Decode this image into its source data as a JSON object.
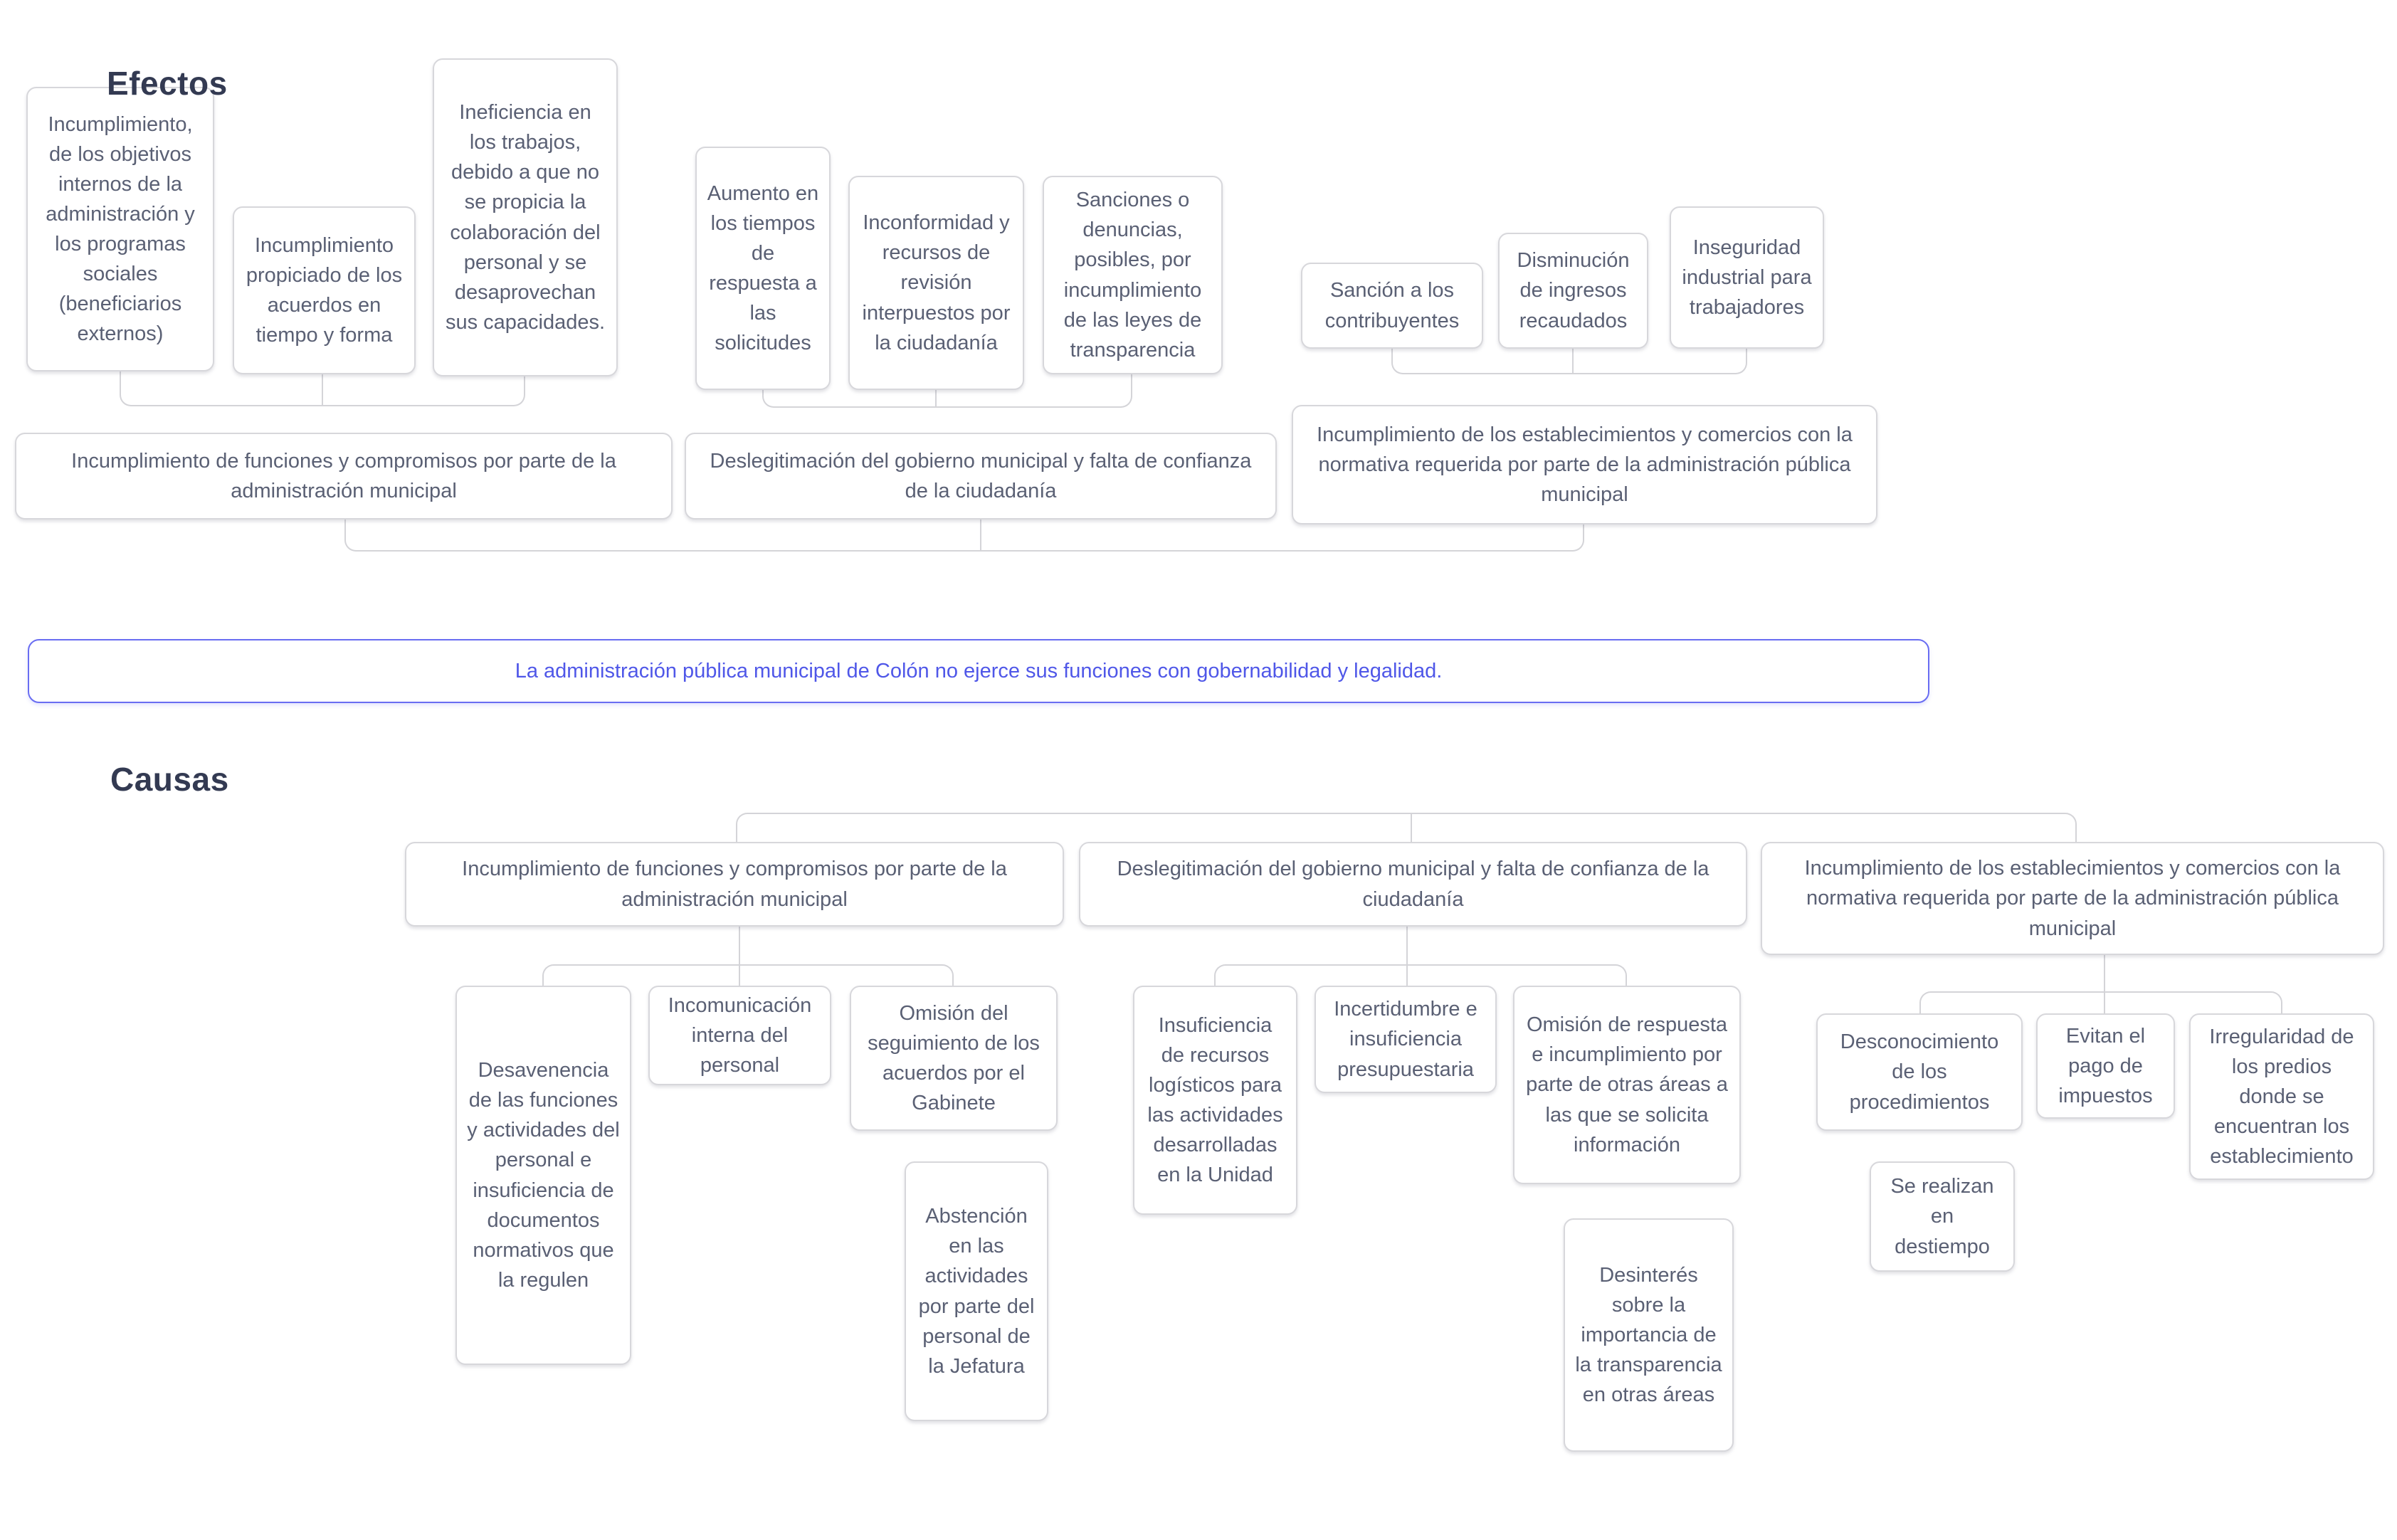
{
  "titles": {
    "effects": "Efectos",
    "causes": "Causas"
  },
  "central_problem": {
    "text": "La administración pública municipal de Colón no ejerce sus funciones con gobernabilidad y legalidad."
  },
  "effects": {
    "secondary": [
      {
        "text": "Incumplimiento, de los objetivos internos de la administración y los programas sociales (beneficiarios externos)"
      },
      {
        "text": "Incumplimiento propiciado de los acuerdos en tiempo y forma"
      },
      {
        "text": "Ineficiencia en los trabajos, debido a que no se propicia la colaboración del personal y se desaprovechan sus capacidades."
      },
      {
        "text": "Aumento en los tiempos de respuesta a las solicitudes"
      },
      {
        "text": "Inconformidad y recursos de revisión interpuestos por la ciudadanía"
      },
      {
        "text": "Sanciones o denuncias, posibles, por incumplimiento de las leyes de transparencia"
      },
      {
        "text": "Sanción a los contribuyentes"
      },
      {
        "text": "Disminución de ingresos recaudados"
      },
      {
        "text": "Inseguridad industrial para trabajadores"
      }
    ],
    "primary": [
      {
        "text": "Incumplimiento de funciones y compromisos por parte de la administración municipal"
      },
      {
        "text": "Deslegitimación del gobierno municipal y falta de confianza de la ciudadanía"
      },
      {
        "text": "Incumplimiento de los establecimientos y comercios con la normativa requerida por parte de la administración pública municipal"
      }
    ]
  },
  "causes": {
    "primary": [
      {
        "text": "Incumplimiento de funciones y compromisos por parte de la administración municipal"
      },
      {
        "text": "Deslegitimación del gobierno municipal y falta de confianza de la ciudadanía"
      },
      {
        "text": "Incumplimiento de los establecimientos y comercios con la normativa requerida por parte de la administración pública municipal"
      }
    ],
    "secondary": [
      {
        "text": "Desavenencia de las funciones y actividades del personal e insuficiencia de documentos normativos que la regulen"
      },
      {
        "text": "Incomunicación interna del personal"
      },
      {
        "text": "Omisión del seguimiento de los acuerdos por el Gabinete"
      },
      {
        "text": "Abstención en las actividades por parte del personal de la Jefatura"
      },
      {
        "text": "Insuficiencia de recursos logísticos para las actividades desarrolladas en la Unidad"
      },
      {
        "text": "Incertidumbre e insuficiencia presupuestaria"
      },
      {
        "text": "Omisión de respuesta e incumplimiento por parte de otras áreas a las que se solicita información"
      },
      {
        "text": "Desinterés sobre la importancia de la transparencia en otras áreas"
      },
      {
        "text": "Desconocimiento de los procedimientos"
      },
      {
        "text": "Evitan el pago de impuestos"
      },
      {
        "text": "Irregularidad de los predios donde se encuentran los establecimiento"
      },
      {
        "text": "Se realizan en destiempo"
      }
    ]
  },
  "colors": {
    "node_text": "#5a6074",
    "node_border": "#d7d7db",
    "title_color": "#333a52",
    "accent_border": "#696df2",
    "accent_text": "#4f57e8",
    "line_color": "#d4d4d8",
    "canvas_bg": "#ffffff"
  }
}
